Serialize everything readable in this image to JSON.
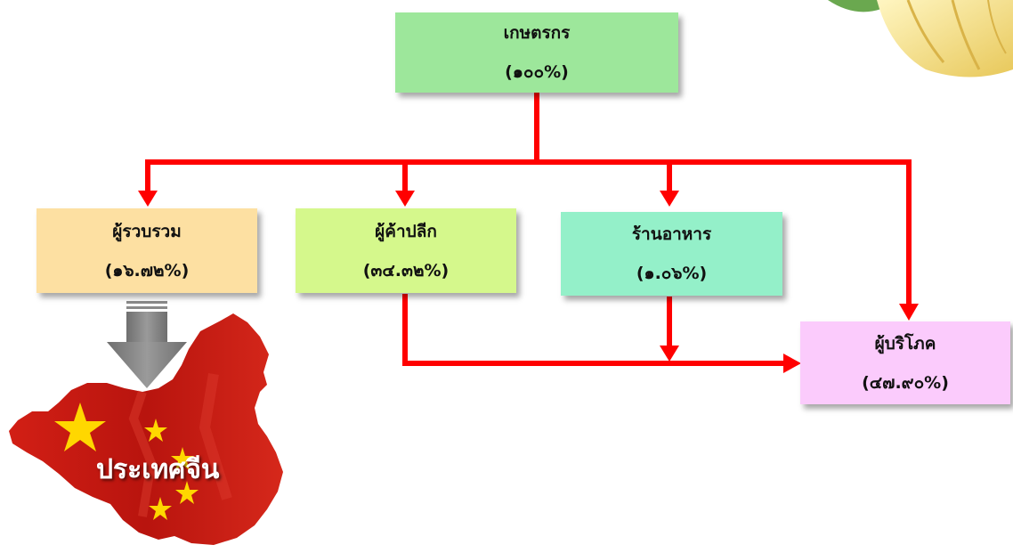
{
  "nodes": {
    "farmer": {
      "label": "เกษตรกร",
      "pct": "(๑๐๐%)",
      "color": "#9de79b"
    },
    "collector": {
      "label": "ผู้รวบรวม",
      "pct": "(๑๖.๗๒%)",
      "color": "#fde0a2"
    },
    "retailer": {
      "label": "ผู้ค้าปลีก",
      "pct": "(๓๔.๓๒%)",
      "color": "#d5f88c"
    },
    "restaurant": {
      "label": "ร้านอาหาร",
      "pct": "(๑.๐๖%)",
      "color": "#94f0c9"
    },
    "consumer": {
      "label": "ผู้บริโภค",
      "pct": "(๔๗.๙๐%)",
      "color": "#fbcbfc"
    }
  },
  "export": {
    "label": "ประเทศจีน"
  },
  "colors": {
    "arrow": "#ff0000",
    "export_arrow": "#888888",
    "map_red": "#cc1a14",
    "star": "#ffd700"
  }
}
